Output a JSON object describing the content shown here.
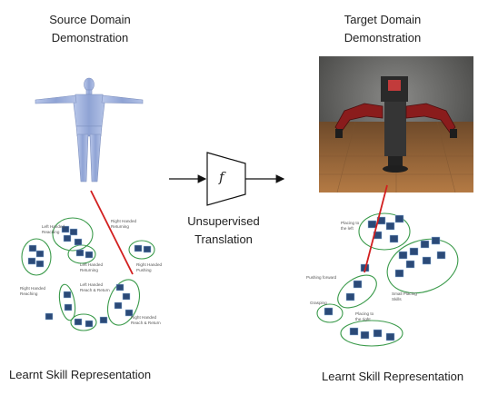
{
  "source": {
    "title_line1": "Source Domain",
    "title_line2": "Demonstration",
    "footer": "Learnt Skill Representation",
    "clusters": [
      {
        "label_line1": "Left Handed",
        "label_line2": "Reaching"
      },
      {
        "label_line1": "Right Handed",
        "label_line2": "Returning"
      },
      {
        "label_line1": "Left Handed",
        "label_line2": "Returning"
      },
      {
        "label_line1": "Right Handed",
        "label_line2": "Reaching"
      },
      {
        "label_line1": "Right Handed",
        "label_line2": "Pushing"
      },
      {
        "label_line1": "Left Handed",
        "label_line2": "Reach & Return"
      },
      {
        "label_line1": "Right Handed",
        "label_line2": "Reach & Return"
      }
    ]
  },
  "target": {
    "title_line1": "Target Domain",
    "title_line2": "Demonstration",
    "footer": "Learnt Skill Representation",
    "clusters": [
      {
        "label_line1": "Placing to",
        "label_line2": "the left"
      },
      {
        "label_line1": "Pushing forward",
        "label_line2": ""
      },
      {
        "label_line1": "Small Placing",
        "label_line2": "Skills"
      },
      {
        "label_line1": "Grasping",
        "label_line2": ""
      },
      {
        "label_line1": "Placing to",
        "label_line2": "the right"
      }
    ]
  },
  "translation": {
    "function_symbol": "f",
    "label_line1": "Unsupervised",
    "label_line2": "Translation"
  },
  "colors": {
    "cluster_outline": "#3a9a4a",
    "link_line": "#d21f1f",
    "human_body": "#9fb1d8",
    "robot_body": "#2d2d2d",
    "robot_arm": "#8a1c1c",
    "floor": "#a36d3c",
    "thumbnail": "#2b4a78"
  },
  "icons": {
    "human": "human-figure-icon",
    "robot": "robot-scene-icon",
    "translator": "translator-trapezoid-icon"
  }
}
